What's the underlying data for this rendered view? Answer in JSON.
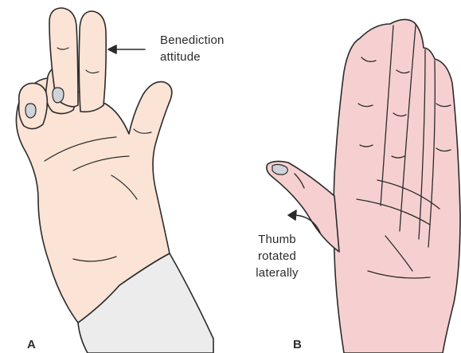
{
  "annotations": {
    "benediction": [
      "Benediction",
      "attitude"
    ],
    "thumb": [
      "Thumb",
      "rotated",
      "laterally"
    ]
  },
  "panels": {
    "a": "A",
    "b": "B"
  },
  "colors": {
    "skin_a": "#fbe3d5",
    "skin_b": "#f6d0d0",
    "outline": "#2b2b2b",
    "nail": "#cfd3da",
    "sleeve": "#ececec"
  }
}
